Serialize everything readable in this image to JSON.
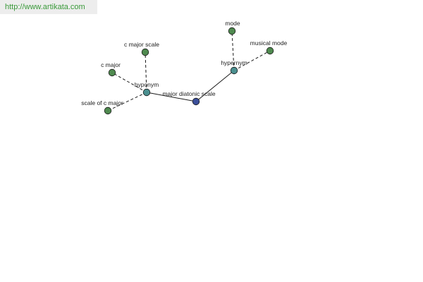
{
  "source_url": "http://www.artikata.com",
  "colors": {
    "background": "#ffffff",
    "banner_background": "#ededed",
    "url_text": "#3a9a3a",
    "word_node": "#4f8a4f",
    "relation_node": "#4a8f8f",
    "center_node": "#3b4f9a",
    "edge": "#1a1a1a"
  },
  "graph": {
    "center": {
      "id": "center",
      "label": "major diatonic scale",
      "kind": "center"
    },
    "relations": [
      {
        "id": "hyponym",
        "label": "hyponym",
        "kind": "relation"
      },
      {
        "id": "hypernym",
        "label": "hypernym",
        "kind": "relation"
      }
    ],
    "words": [
      {
        "id": "c-major-scale",
        "label": "c major scale",
        "relation": "hyponym"
      },
      {
        "id": "c-major",
        "label": "c major",
        "relation": "hyponym"
      },
      {
        "id": "scale-of-c-major",
        "label": "scale of c major",
        "relation": "hyponym"
      },
      {
        "id": "mode",
        "label": "mode",
        "relation": "hypernym"
      },
      {
        "id": "musical-mode",
        "label": "musical mode",
        "relation": "hypernym"
      }
    ],
    "edges": [
      {
        "from": "center",
        "to": "hyponym",
        "style": "solid"
      },
      {
        "from": "center",
        "to": "hypernym",
        "style": "solid"
      },
      {
        "from": "hyponym",
        "to": "c-major-scale",
        "style": "dashed"
      },
      {
        "from": "hyponym",
        "to": "c-major",
        "style": "dashed"
      },
      {
        "from": "hyponym",
        "to": "scale-of-c-major",
        "style": "dashed"
      },
      {
        "from": "hypernym",
        "to": "mode",
        "style": "dashed"
      },
      {
        "from": "hypernym",
        "to": "musical-mode",
        "style": "dashed"
      }
    ]
  }
}
